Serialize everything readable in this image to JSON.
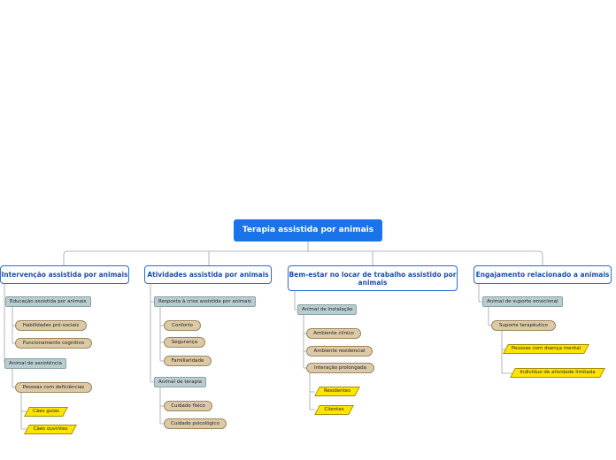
{
  "root": "Terapia assistida por animais",
  "branches": [
    {
      "label": "Intervenção assistida por animais",
      "groups": [
        {
          "label": "Educação assistida por animais",
          "items": [
            {
              "label": "Habilidades pró-sociais"
            },
            {
              "label": "Funcionamento cognitivo"
            }
          ]
        },
        {
          "label": "Animal de assistência",
          "items": [
            {
              "label": "Pessoas com deficiências",
              "subitems": [
                "Cães guias",
                "Cães ouvintes"
              ]
            }
          ]
        }
      ]
    },
    {
      "label": "Atividades assistida por animais",
      "groups": [
        {
          "label": "Resposta à crise assistida por animais",
          "items": [
            {
              "label": "Conforto"
            },
            {
              "label": "Segurança"
            },
            {
              "label": "Familiaridade"
            }
          ]
        },
        {
          "label": "Animal de terapia",
          "items": [
            {
              "label": "Cuidado físico"
            },
            {
              "label": "Cuidado psicológico"
            }
          ]
        }
      ]
    },
    {
      "label": "Bem-estar no locar de trabalho assistido por animais",
      "groups": [
        {
          "label": "Animal de instalação",
          "items": [
            {
              "label": "Ambiente clínico"
            },
            {
              "label": "Ambiente residencial"
            },
            {
              "label": "Interação prolongada",
              "subitems": [
                "Residentes",
                "Clientes"
              ]
            }
          ]
        }
      ]
    },
    {
      "label": "Engajamento relacionado a animais",
      "groups": [
        {
          "label": "Animal de suporte emocional",
          "items": [
            {
              "label": "Suporte terapêutico",
              "subitems": [
                "Pessoas com doença mental",
                "Indivíduo de atividade limitada"
              ]
            }
          ]
        }
      ]
    }
  ],
  "colors": {
    "root": "#1a73e8",
    "main_border": "#2b6cd8",
    "group": "#b9cdd1",
    "item": "#dcc9a6",
    "subitem": "#ffe400",
    "connector": "#9aa4ad"
  }
}
